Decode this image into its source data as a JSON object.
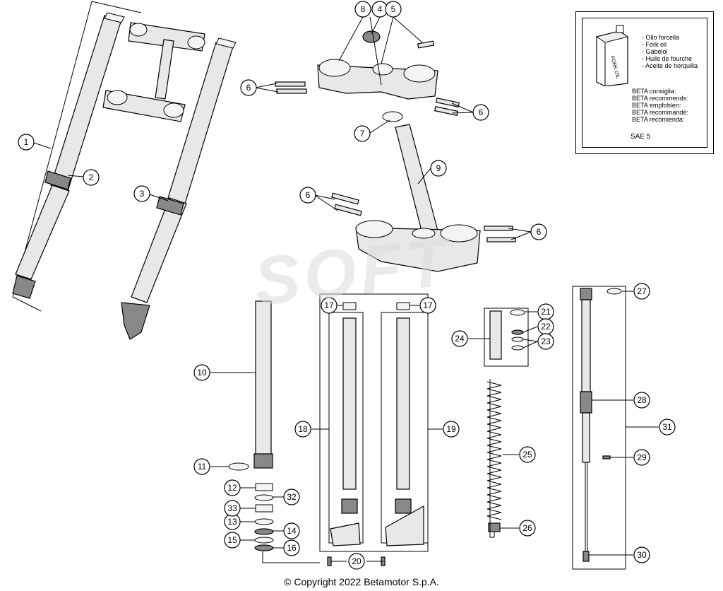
{
  "oil_box": {
    "can_label": "FORK OIL",
    "oil_names": [
      "- Olio forcella",
      "- Fork oil",
      "- Gabelol",
      "- Huile de fourche",
      "- Aceite de horquilla"
    ],
    "recommend": [
      "BETA consiglia:",
      "BETA recommends:",
      "BETA empfohlen:",
      "BETA recommandé:",
      "BETA recomienda:"
    ],
    "grade": "SAE 5"
  },
  "watermark": "SOFT",
  "copyright": "© Copyright 2022 Betamotor S.p.A.",
  "callouts": [
    {
      "label": "1"
    },
    {
      "label": "2"
    },
    {
      "label": "3"
    },
    {
      "label": "4"
    },
    {
      "label": "5"
    },
    {
      "label": "6"
    },
    {
      "label": "6"
    },
    {
      "label": "6"
    },
    {
      "label": "6"
    },
    {
      "label": "7"
    },
    {
      "label": "8"
    },
    {
      "label": "9"
    },
    {
      "label": "10"
    },
    {
      "label": "11"
    },
    {
      "label": "12"
    },
    {
      "label": "13"
    },
    {
      "label": "14"
    },
    {
      "label": "15"
    },
    {
      "label": "16"
    },
    {
      "label": "17"
    },
    {
      "label": "17"
    },
    {
      "label": "18"
    },
    {
      "label": "19"
    },
    {
      "label": "20"
    },
    {
      "label": "21"
    },
    {
      "label": "22"
    },
    {
      "label": "23"
    },
    {
      "label": "24"
    },
    {
      "label": "25"
    },
    {
      "label": "26"
    },
    {
      "label": "27"
    },
    {
      "label": "28"
    },
    {
      "label": "29"
    },
    {
      "label": "30"
    },
    {
      "label": "31"
    },
    {
      "label": "32"
    },
    {
      "label": "33"
    }
  ]
}
